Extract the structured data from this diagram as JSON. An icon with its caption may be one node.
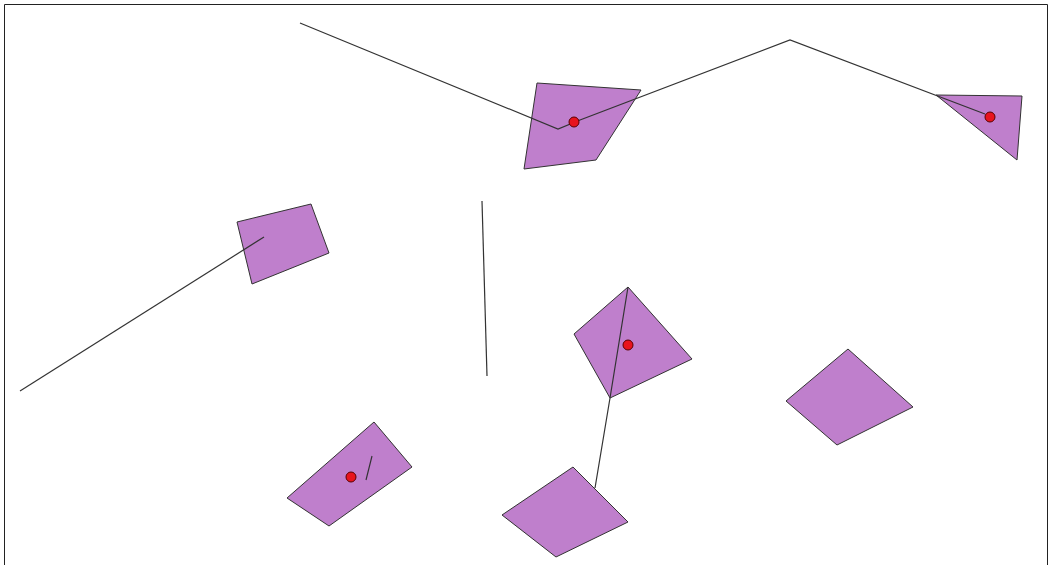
{
  "diagram": {
    "nodes": [
      {
        "text": [],
        "shape": "polygon"
      },
      {
        "text": [],
        "shape": "polygon"
      },
      {
        "text": [],
        "shape": "polygon"
      },
      {
        "text": [],
        "shape": "polygon"
      },
      {
        "text": [],
        "shape": "polygon"
      },
      {
        "text": [],
        "shape": "polygon"
      },
      {
        "text": [],
        "shape": "polygon"
      }
    ],
    "edges": [
      {
        "from": 3,
        "to": 6,
        "arrow": "none"
      }
    ]
  }
}
